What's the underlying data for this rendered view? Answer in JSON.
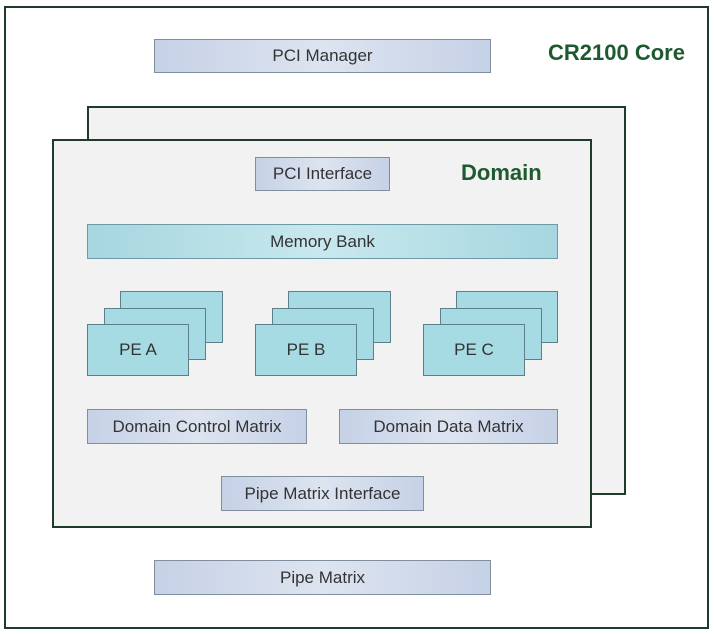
{
  "core": {
    "title": "CR2100 Core",
    "pci_manager": "PCI Manager",
    "pipe_matrix": "Pipe Matrix"
  },
  "domain": {
    "title": "Domain",
    "pci_interface": "PCI Interface",
    "memory_bank": "Memory Bank",
    "processing_elements": [
      {
        "label": "PE A"
      },
      {
        "label": "PE B"
      },
      {
        "label": "PE C"
      }
    ],
    "control_matrix": "Domain Control Matrix",
    "data_matrix": "Domain Data Matrix",
    "pipe_matrix_interface": "Pipe Matrix Interface"
  },
  "colors": {
    "frame_border": "#1f3b2a",
    "title_green": "#1e5a30",
    "lavender_box": "#c6d1e6",
    "teal_box": "#a7dbe3",
    "domain_fill": "#f2f2f2"
  }
}
